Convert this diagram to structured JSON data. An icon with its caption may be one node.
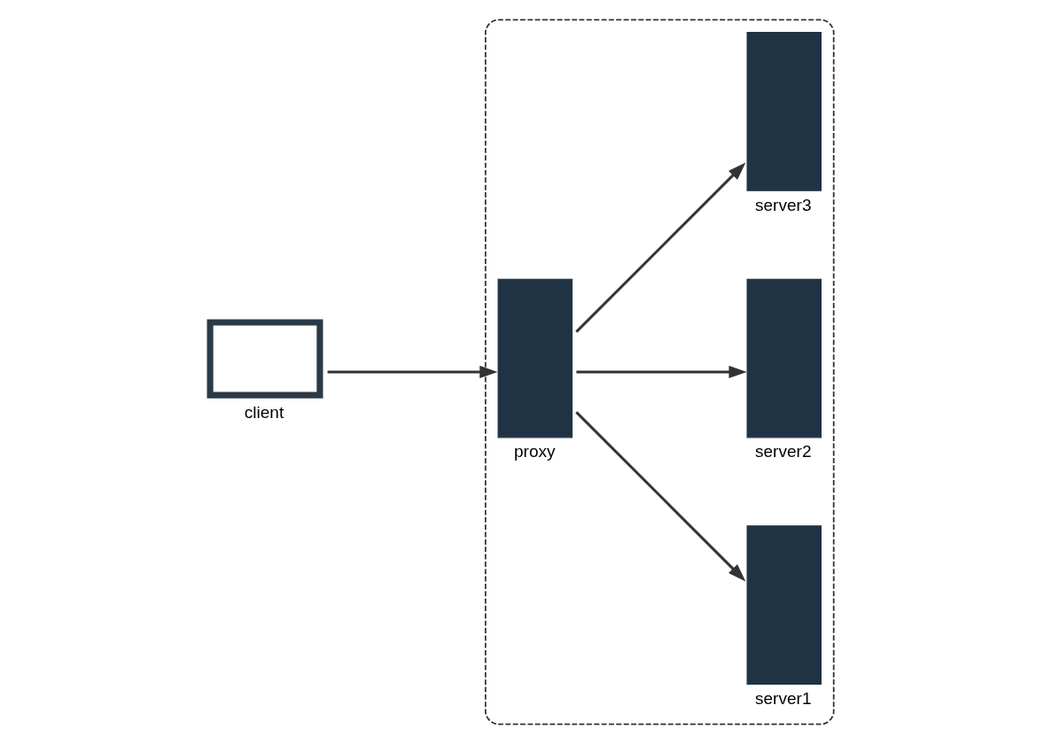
{
  "diagram": {
    "nodes": [
      {
        "text": [
          "client"
        ]
      },
      {
        "text": [],
        "shape": "box"
      },
      {
        "text": [
          "proxy"
        ],
        "in": 1
      },
      {
        "text": [
          "server1"
        ],
        "in": 1
      },
      {
        "text": [
          "server2"
        ],
        "in": 1
      },
      {
        "text": [
          "server3"
        ],
        "in": 1
      }
    ],
    "edges": [
      {
        "from": 0,
        "to": 2,
        "arrow": "to"
      },
      {
        "from": 2,
        "to": 3,
        "arrow": "to"
      },
      {
        "from": 2,
        "to": 4,
        "arrow": "to"
      },
      {
        "from": 2,
        "to": 5,
        "arrow": "to"
      }
    ]
  }
}
